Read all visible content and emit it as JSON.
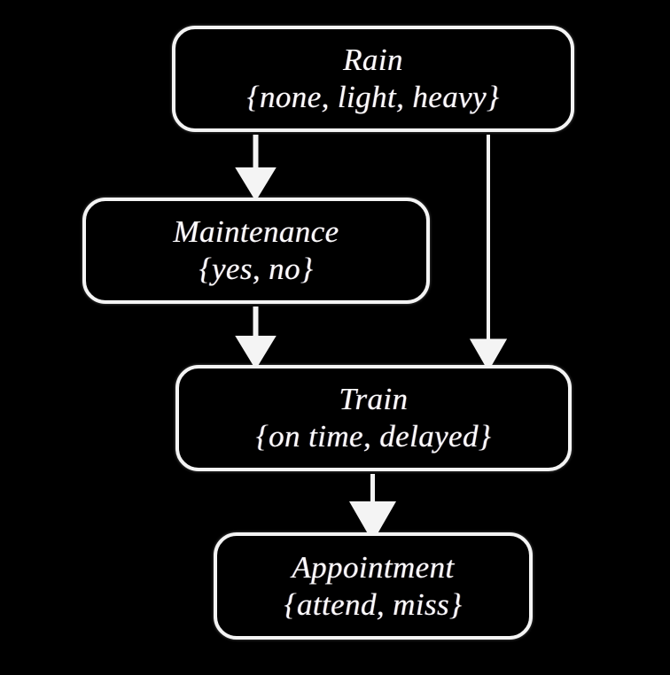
{
  "diagram": {
    "type": "bayesian-network",
    "background_color": "#000000",
    "stroke_color": "#f4f4f4",
    "text_color": "#fdfdfd",
    "nodes": [
      {
        "id": "rain",
        "name": "Rain",
        "states_label": "{none, light, heavy}",
        "states": [
          "none",
          "light",
          "heavy"
        ]
      },
      {
        "id": "maintenance",
        "name": "Maintenance",
        "states_label": "{yes, no}",
        "states": [
          "yes",
          "no"
        ]
      },
      {
        "id": "train",
        "name": "Train",
        "states_label": "{on time, delayed}",
        "states": [
          "on time",
          "delayed"
        ]
      },
      {
        "id": "appointment",
        "name": "Appointment",
        "states_label": "{attend, miss}",
        "states": [
          "attend",
          "miss"
        ]
      }
    ],
    "edges": [
      {
        "id": "rain-to-maintenance",
        "from": "Rain",
        "to": "Maintenance"
      },
      {
        "id": "rain-to-train",
        "from": "Rain",
        "to": "Train"
      },
      {
        "id": "maintenance-to-train",
        "from": "Maintenance",
        "to": "Train"
      },
      {
        "id": "train-to-appointment",
        "from": "Train",
        "to": "Appointment"
      }
    ]
  }
}
